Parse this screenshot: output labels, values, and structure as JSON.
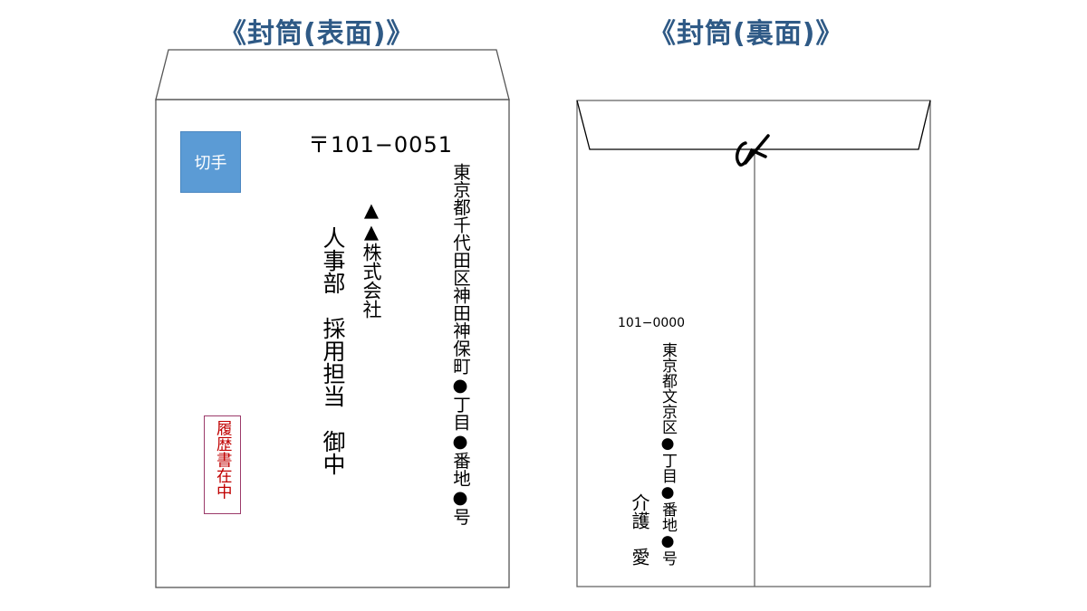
{
  "front": {
    "title": "《封筒(表面)》",
    "stamp_label": "切手",
    "postal_code": "〒101−0051",
    "address": "東京都千代田区神田神保町●丁目●番地●号",
    "company": "▲▲株式会社",
    "recipient": "人事部　採用担当　御中",
    "enclosure_mark": "履歴書在中"
  },
  "back": {
    "title": "《封筒(裏面)》",
    "postal_code": "101−0000",
    "address": "東京都文京区●丁目●番地●号",
    "sender_name": "介護　愛",
    "seal_mark": "〆"
  },
  "colors": {
    "title": "#2f5a86",
    "stamp": "#5b9bd5",
    "enclosure_text": "#c00000",
    "enclosure_border": "#9b3a6a"
  }
}
